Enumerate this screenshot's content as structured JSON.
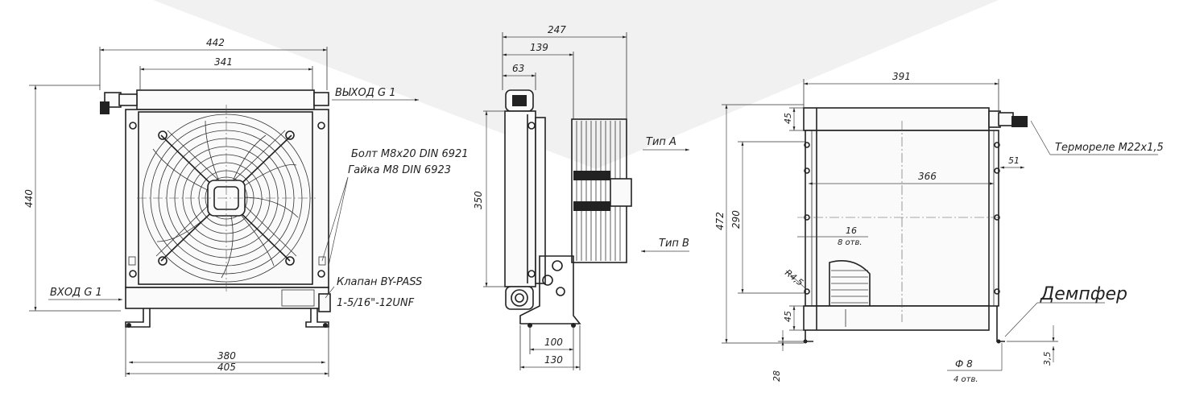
{
  "front_view": {
    "dims": {
      "overall_width": "442",
      "core_width": "341",
      "height": "440",
      "feet_inner": "380",
      "feet_outer": "405"
    },
    "labels": {
      "outlet": "ВЫХОД G 1",
      "inlet": "ВХОД G 1",
      "bolt": "Болт М8х20 DIN 6921",
      "nut": "Гайка М8 DIN 6923",
      "bypass_line1": "Клапан BY-PASS",
      "bypass_line2": "1-5/16\"-12UNF"
    }
  },
  "side_view": {
    "dims": {
      "depth_total": "247",
      "depth_fan": "139",
      "depth_core": "63",
      "height": "350",
      "foot_holes": "100",
      "foot_width": "130"
    },
    "labels": {
      "type_a": "Тип A",
      "type_b": "Тип B"
    }
  },
  "rear_view": {
    "dims": {
      "width": "391",
      "inner": "366",
      "height": "472",
      "holes_pitch": "290",
      "top_offset": "45",
      "bottom_offset": "45",
      "sensor_offset": "51",
      "slot": "16",
      "slot_count": "8 отв.",
      "radius": "R4,5",
      "hole_dia": "Ф 8",
      "hole_count": "4 отв.",
      "base": "28",
      "damper_h": "3,5"
    },
    "labels": {
      "thermo_relay": "Термореле М22х1,5",
      "damper": "Демпфер"
    }
  }
}
